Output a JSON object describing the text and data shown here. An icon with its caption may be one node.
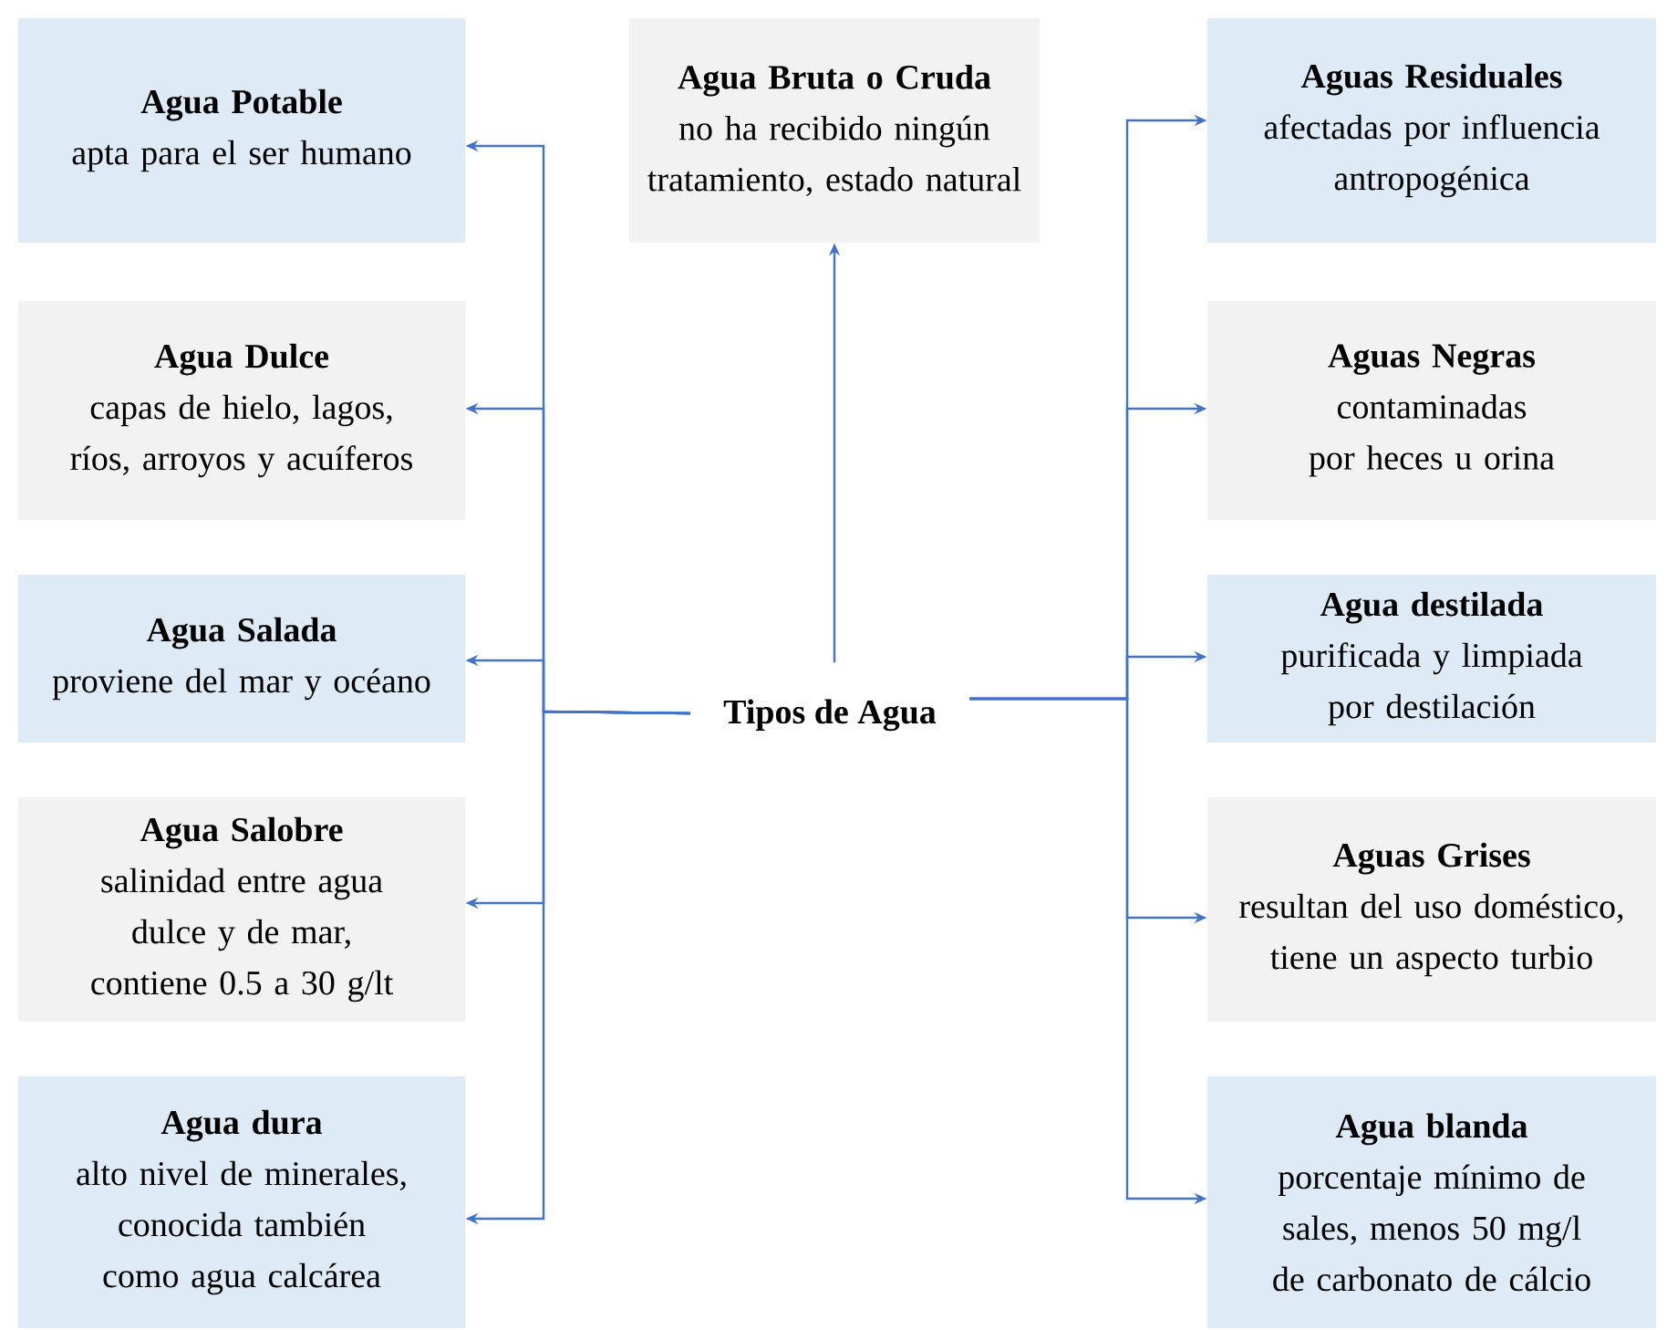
{
  "diagram": {
    "nodes": [
      {
        "text": [
          "Agua Potable",
          "apta para el ser humano"
        ]
      },
      {
        "text": [
          "Agua Bruta o Cruda",
          "no ha recibido ningún tratamiento, estado natural"
        ]
      },
      {
        "text": [
          "Aguas Residuales",
          "afectadas por influencia antropogénica"
        ]
      },
      {
        "text": [
          "Agua Dulce",
          "capas de hielo, lagos, ríos, arroyos y acuíferos"
        ]
      },
      {
        "text": [
          "Aguas Negras",
          "contaminadas por heces u orina"
        ]
      },
      {
        "text": [
          "Agua Salada",
          "proviene del mar y océano"
        ]
      },
      {
        "text": [
          "Tipos de Agua"
        ]
      },
      {
        "text": [
          "Agua destilada",
          "purificada y limpiada por destilación"
        ]
      },
      {
        "text": [
          "Agua Salobre",
          "salinidad entre agua dulce y de mar, contiene 0.5 a 30 g/lt"
        ]
      },
      {
        "text": [
          "Aguas Grises",
          "resultan del uso doméstico, tiene un aspecto turbio"
        ]
      },
      {
        "text": [
          "Agua dura",
          "alto nivel de minerales, conocida también como agua calcárea"
        ]
      },
      {
        "text": [
          "Agua blanda",
          "porcentaje mínimo de sales, menos 50 mg/l de carbonato de cálcio"
        ]
      }
    ],
    "edges": [
      {
        "from": 6,
        "to": 0,
        "arrow": "to"
      },
      {
        "from": 6,
        "to": 1,
        "arrow": "to"
      },
      {
        "from": 6,
        "to": 2,
        "arrow": "to"
      },
      {
        "from": 6,
        "to": 3,
        "arrow": "to"
      },
      {
        "from": 6,
        "to": 4,
        "arrow": "to"
      },
      {
        "from": 6,
        "to": 5,
        "arrow": "to"
      },
      {
        "from": 6,
        "to": 7,
        "arrow": "to"
      },
      {
        "from": 6,
        "to": 8,
        "arrow": "to"
      },
      {
        "from": 6,
        "to": 9,
        "arrow": "to"
      },
      {
        "from": 6,
        "to": 10,
        "arrow": "to"
      },
      {
        "from": 6,
        "to": 11,
        "arrow": "to"
      }
    ]
  }
}
